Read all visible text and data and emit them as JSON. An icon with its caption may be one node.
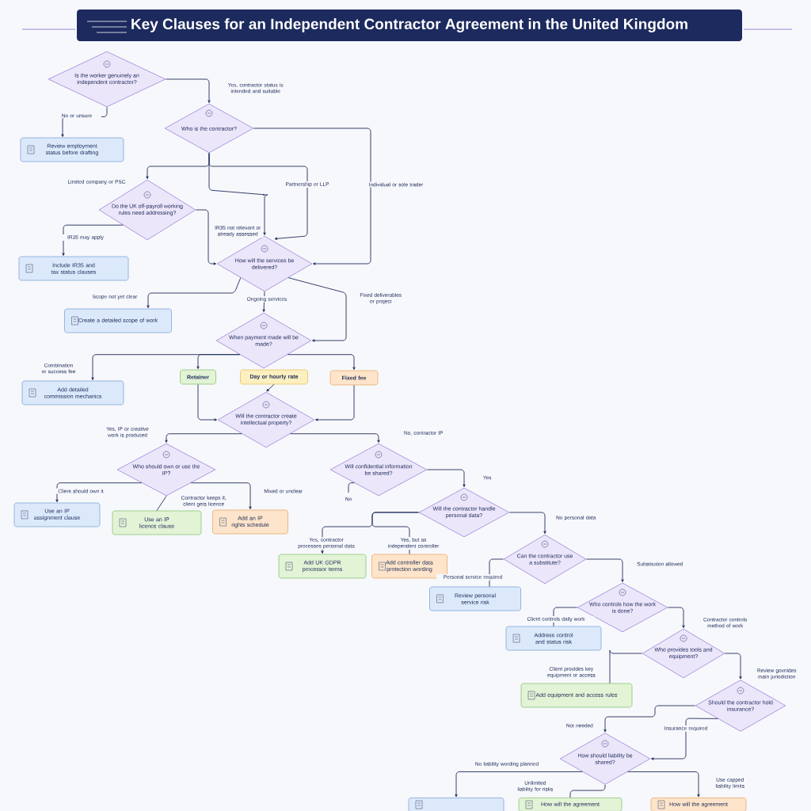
{
  "diagram": {
    "title": "Key Clauses for an Independent Contractor Agreement in the United Kingdom",
    "nodes": [
      {
        "text": [
          "Is the worker genuinely an independent contractor?"
        ]
      },
      {
        "text": [
          "Who is the contractor?"
        ]
      },
      {
        "text": [
          "Review employment status before drafting"
        ]
      },
      {
        "text": [
          "Do the UK off-payroll working rules need addressing?"
        ]
      },
      {
        "text": [
          "Include IR35 and tax status clauses"
        ]
      },
      {
        "text": [
          "How will the services be delivered?"
        ]
      },
      {
        "text": [
          "Create a detailed scope of work"
        ]
      },
      {
        "text": [
          "When payment made will be made?"
        ]
      },
      {
        "text": [
          "Add detailed commission mechanics"
        ]
      },
      {
        "text": [
          "Retainer"
        ]
      },
      {
        "text": [
          "Day or hourly rate"
        ]
      },
      {
        "text": [
          "Fixed fee"
        ]
      },
      {
        "text": [
          "Will the contractor create intellectual property?"
        ]
      },
      {
        "text": [
          "Who should own or use the IP?"
        ]
      },
      {
        "text": [
          "Use an IP assignment clause"
        ]
      },
      {
        "text": [
          "Use an IP licence clause"
        ]
      },
      {
        "text": [
          "Add an IP rights schedule"
        ]
      },
      {
        "text": [
          "Will confidential information be shared?"
        ]
      },
      {
        "text": [
          "Will the contractor handle personal data?"
        ]
      },
      {
        "text": [
          "Add UK GDPR processor terms"
        ]
      },
      {
        "text": [
          "Add controller data protection wording"
        ]
      },
      {
        "text": [
          "Can the contractor use a substitute?"
        ]
      },
      {
        "text": [
          "Review personal service risk"
        ]
      },
      {
        "text": [
          "Who controls how the work is done?"
        ]
      },
      {
        "text": [
          "Address control and status risk"
        ]
      },
      {
        "text": [
          "Who provides tools and equipment?"
        ]
      },
      {
        "text": [
          "Add equipment and access rules"
        ]
      },
      {
        "text": [
          "Should the contractor hold insurance?"
        ]
      },
      {
        "text": [
          "How should liability be shared?"
        ]
      },
      {
        "text": [],
        "shape": "box"
      },
      {
        "text": [
          "How will the agreement"
        ]
      },
      {
        "text": [
          "How will the agreement"
        ]
      }
    ],
    "edges": [
      {
        "from": 0,
        "to": 1,
        "arrow": "to",
        "label": "Yes, contractor status is intended and suitable"
      },
      {
        "from": 0,
        "to": 2,
        "arrow": "to",
        "label": "No or unsure"
      },
      {
        "from": 1,
        "to": 3,
        "arrow": "to",
        "label": "Limited company or PSC"
      },
      {
        "from": 1,
        "to": 5,
        "arrow": "to",
        "label": "Partnership or LLP"
      },
      {
        "from": 1,
        "to": 5,
        "arrow": "to"
      },
      {
        "from": 1,
        "to": 5,
        "arrow": "to",
        "label": "Individual or sole trader"
      },
      {
        "from": 3,
        "to": 5,
        "arrow": "to",
        "label": "IR35 not relevant or already assessed"
      },
      {
        "from": 3,
        "to": 4,
        "arrow": "to",
        "label": "IR35 may apply"
      },
      {
        "from": 5,
        "to": 6,
        "arrow": "to",
        "label": "Scope not yet clear"
      },
      {
        "from": 5,
        "to": 7,
        "arrow": "to",
        "label": "Ongoing services"
      },
      {
        "from": 5,
        "to": 7,
        "arrow": "to",
        "label": "Fixed deliverables or project"
      },
      {
        "from": 7,
        "to": 8,
        "arrow": "to",
        "label": "Combination or success fee"
      },
      {
        "from": 7,
        "to": 9,
        "arrow": "to"
      },
      {
        "from": 7,
        "to": 11,
        "arrow": "to"
      },
      {
        "from": 10,
        "to": 12,
        "arrow": "to"
      },
      {
        "from": 9,
        "to": 12,
        "arrow": "to"
      },
      {
        "from": 11,
        "to": 12,
        "arrow": "to"
      },
      {
        "from": 12,
        "to": 13,
        "arrow": "to",
        "label": "Yes, IP or creative work is produced"
      },
      {
        "from": 12,
        "to": 17,
        "arrow": "to",
        "label": "No, contractor IP"
      },
      {
        "from": 13,
        "to": 14,
        "arrow": "to",
        "label": "Client should own it"
      },
      {
        "from": 13,
        "to": 15,
        "arrow": "none",
        "label": "Contractor keeps it, client gets licence"
      },
      {
        "from": 13,
        "to": 16,
        "arrow": "to",
        "label": "Mixed or unclear"
      },
      {
        "from": 17,
        "to": null,
        "arrow": "none",
        "label": "No"
      },
      {
        "from": 17,
        "to": 18,
        "arrow": "to",
        "label": "Yes"
      },
      {
        "from": 18,
        "to": 19,
        "arrow": "to",
        "label": "Yes, contractor processes personal data"
      },
      {
        "from": 18,
        "to": 20,
        "arrow": "none",
        "label": "Yes, but as independent controller"
      },
      {
        "from": 18,
        "to": 21,
        "arrow": "to",
        "label": "No personal data"
      },
      {
        "from": 21,
        "to": 22,
        "arrow": "none",
        "label": "Personal service required"
      },
      {
        "from": 21,
        "to": 23,
        "arrow": "to",
        "label": "Substitution allowed"
      },
      {
        "from": 23,
        "to": 24,
        "arrow": "none",
        "label": "Client controls daily work"
      },
      {
        "from": 23,
        "to": 25,
        "arrow": "to",
        "label": "Contractor controls method of work"
      },
      {
        "from": 25,
        "to": 26,
        "arrow": "none",
        "label": "Client provides key equipment or access"
      },
      {
        "from": 25,
        "to": 27,
        "arrow": "to",
        "label": "Review govnides main juriodiction"
      },
      {
        "from": 27,
        "to": 28,
        "arrow": "to",
        "label": "Not needed"
      },
      {
        "from": 27,
        "to": 28,
        "arrow": "to",
        "label": "Insurance required"
      },
      {
        "from": 28,
        "to": 29,
        "arrow": "to",
        "label": "No liability wording planned"
      },
      {
        "from": 28,
        "to": 30,
        "arrow": "none",
        "label": "Unlimited liability for risks"
      },
      {
        "from": 28,
        "to": 31,
        "arrow": "to",
        "label": "Use capped liability limits"
      }
    ]
  }
}
